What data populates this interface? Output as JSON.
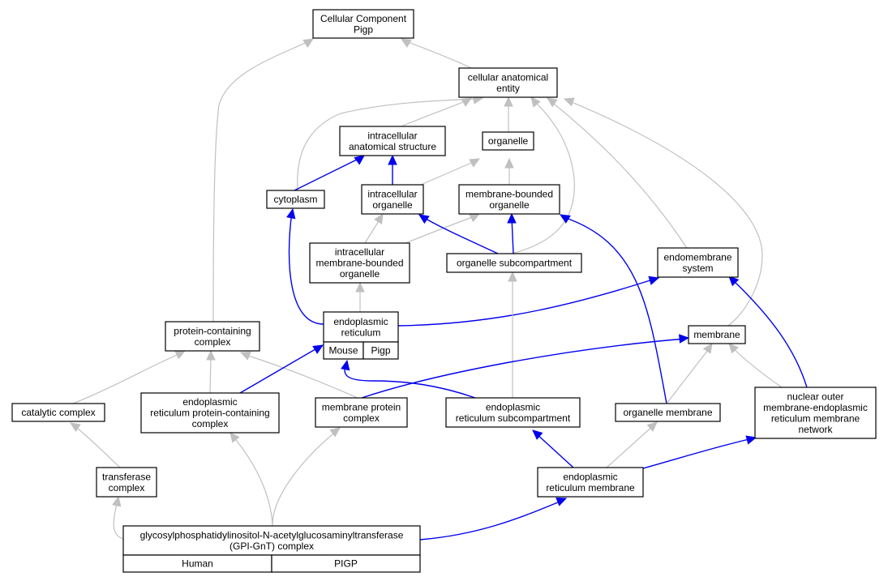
{
  "colors": {
    "is_a_edge": "#c0c0c0",
    "part_of_edge": "#0000ee",
    "mouse_cell": "#add8e6",
    "human_cell": "#ff6347"
  },
  "nodes": {
    "cc_root": {
      "lines": [
        "Cellular Component",
        "Pigp"
      ]
    },
    "cellular_anatomical_entity": {
      "lines": [
        "cellular anatomical",
        "entity"
      ]
    },
    "intracellular_anatomical_structure": {
      "lines": [
        "intracellular",
        "anatomical structure"
      ]
    },
    "organelle": {
      "lines": [
        "organelle"
      ]
    },
    "cytoplasm": {
      "lines": [
        "cytoplasm"
      ]
    },
    "intracellular_organelle": {
      "lines": [
        "intracellular",
        "organelle"
      ]
    },
    "membrane_bounded_organelle": {
      "lines": [
        "membrane-bounded",
        "organelle"
      ]
    },
    "intracellular_membrane_bounded_organelle": {
      "lines": [
        "intracellular",
        "membrane-bounded",
        "organelle"
      ]
    },
    "organelle_subcompartment": {
      "lines": [
        "organelle subcompartment"
      ]
    },
    "endomembrane_system": {
      "lines": [
        "endomembrane",
        "system"
      ]
    },
    "endoplasmic_reticulum": {
      "lines": [
        "endoplasmic",
        "reticulum"
      ],
      "cells": [
        "Mouse",
        "Pigp"
      ]
    },
    "protein_containing_complex": {
      "lines": [
        "protein-containing",
        "complex"
      ]
    },
    "membrane": {
      "lines": [
        "membrane"
      ]
    },
    "catalytic_complex": {
      "lines": [
        "catalytic complex"
      ]
    },
    "er_protein_containing_complex": {
      "lines": [
        "endoplasmic",
        "reticulum protein-containing",
        "complex"
      ]
    },
    "membrane_protein_complex": {
      "lines": [
        "membrane protein",
        "complex"
      ]
    },
    "er_subcompartment": {
      "lines": [
        "endoplasmic",
        "reticulum subcompartment"
      ]
    },
    "organelle_membrane": {
      "lines": [
        "organelle membrane"
      ]
    },
    "nuclear_outer_membrane_er_network": {
      "lines": [
        "nuclear outer",
        "membrane-endoplasmic",
        "reticulum membrane",
        "network"
      ]
    },
    "transferase_complex": {
      "lines": [
        "transferase",
        "complex"
      ]
    },
    "er_membrane": {
      "lines": [
        "endoplasmic",
        "reticulum membrane"
      ]
    },
    "gpi_gnt_complex": {
      "lines": [
        "glycosylphosphatidylinositol-N-acetylglucosaminyltransferase",
        "(GPI-GnT) complex"
      ],
      "cells": [
        "Human",
        "PIGP"
      ]
    }
  },
  "edges": [
    {
      "from": "cellular_anatomical_entity",
      "to": "cc_root",
      "kind": "is_a"
    },
    {
      "from": "protein_containing_complex",
      "to": "cc_root",
      "kind": "is_a"
    },
    {
      "from": "intracellular_anatomical_structure",
      "to": "cellular_anatomical_entity",
      "kind": "is_a"
    },
    {
      "from": "organelle",
      "to": "cellular_anatomical_entity",
      "kind": "is_a"
    },
    {
      "from": "cytoplasm",
      "to": "cellular_anatomical_entity",
      "kind": "is_a"
    },
    {
      "from": "organelle_subcompartment",
      "to": "cellular_anatomical_entity",
      "kind": "is_a"
    },
    {
      "from": "endomembrane_system",
      "to": "cellular_anatomical_entity",
      "kind": "is_a"
    },
    {
      "from": "membrane",
      "to": "cellular_anatomical_entity",
      "kind": "is_a"
    },
    {
      "from": "cytoplasm",
      "to": "intracellular_anatomical_structure",
      "kind": "part_of"
    },
    {
      "from": "intracellular_organelle",
      "to": "intracellular_anatomical_structure",
      "kind": "part_of"
    },
    {
      "from": "intracellular_organelle",
      "to": "organelle",
      "kind": "is_a"
    },
    {
      "from": "membrane_bounded_organelle",
      "to": "organelle",
      "kind": "is_a"
    },
    {
      "from": "intracellular_membrane_bounded_organelle",
      "to": "intracellular_organelle",
      "kind": "is_a"
    },
    {
      "from": "intracellular_membrane_bounded_organelle",
      "to": "membrane_bounded_organelle",
      "kind": "is_a"
    },
    {
      "from": "organelle_subcompartment",
      "to": "intracellular_organelle",
      "kind": "part_of"
    },
    {
      "from": "organelle_subcompartment",
      "to": "membrane_bounded_organelle",
      "kind": "part_of"
    },
    {
      "from": "endoplasmic_reticulum",
      "to": "intracellular_membrane_bounded_organelle",
      "kind": "is_a"
    },
    {
      "from": "endoplasmic_reticulum",
      "to": "cytoplasm",
      "kind": "part_of"
    },
    {
      "from": "endoplasmic_reticulum",
      "to": "endomembrane_system",
      "kind": "part_of"
    },
    {
      "from": "er_subcompartment",
      "to": "organelle_subcompartment",
      "kind": "is_a"
    },
    {
      "from": "organelle_membrane",
      "to": "membrane_bounded_organelle",
      "kind": "part_of"
    },
    {
      "from": "catalytic_complex",
      "to": "protein_containing_complex",
      "kind": "is_a"
    },
    {
      "from": "er_protein_containing_complex",
      "to": "protein_containing_complex",
      "kind": "is_a"
    },
    {
      "from": "membrane_protein_complex",
      "to": "protein_containing_complex",
      "kind": "is_a"
    },
    {
      "from": "er_protein_containing_complex",
      "to": "endoplasmic_reticulum",
      "kind": "part_of"
    },
    {
      "from": "er_subcompartment",
      "to": "endoplasmic_reticulum",
      "kind": "part_of"
    },
    {
      "from": "membrane_protein_complex",
      "to": "membrane",
      "kind": "part_of"
    },
    {
      "from": "organelle_membrane",
      "to": "membrane",
      "kind": "is_a"
    },
    {
      "from": "nuclear_outer_membrane_er_network",
      "to": "membrane",
      "kind": "is_a"
    },
    {
      "from": "nuclear_outer_membrane_er_network",
      "to": "endomembrane_system",
      "kind": "part_of"
    },
    {
      "from": "transferase_complex",
      "to": "catalytic_complex",
      "kind": "is_a"
    },
    {
      "from": "er_membrane",
      "to": "er_subcompartment",
      "kind": "part_of"
    },
    {
      "from": "er_membrane",
      "to": "organelle_membrane",
      "kind": "is_a"
    },
    {
      "from": "er_membrane",
      "to": "nuclear_outer_membrane_er_network",
      "kind": "part_of"
    },
    {
      "from": "gpi_gnt_complex",
      "to": "transferase_complex",
      "kind": "is_a"
    },
    {
      "from": "gpi_gnt_complex",
      "to": "er_protein_containing_complex",
      "kind": "is_a"
    },
    {
      "from": "gpi_gnt_complex",
      "to": "membrane_protein_complex",
      "kind": "is_a"
    },
    {
      "from": "gpi_gnt_complex",
      "to": "er_membrane",
      "kind": "part_of"
    }
  ]
}
